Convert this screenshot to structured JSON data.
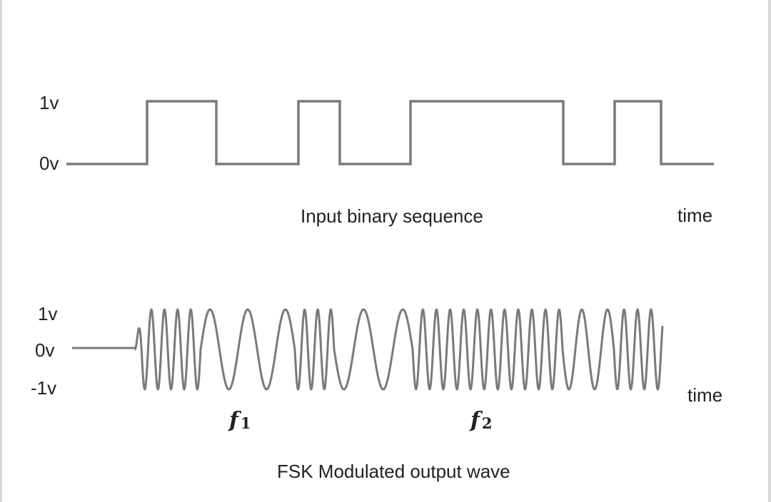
{
  "top_plot": {
    "y_labels": [
      "1v",
      "0v"
    ],
    "bits": [
      0,
      1,
      0,
      1,
      0,
      1,
      0,
      1,
      0
    ],
    "caption": "Input binary sequence",
    "time_label": "time"
  },
  "bottom_plot": {
    "y_labels": [
      "1v",
      "0v",
      "-1v"
    ],
    "freq_1": {
      "symbol": "f",
      "subscript": "1"
    },
    "freq_2": {
      "symbol": "f",
      "subscript": "2"
    },
    "caption": "FSK Modulated output wave",
    "time_label": "time"
  },
  "colors": {
    "trace": "#7a7a7a",
    "text": "#222222"
  }
}
